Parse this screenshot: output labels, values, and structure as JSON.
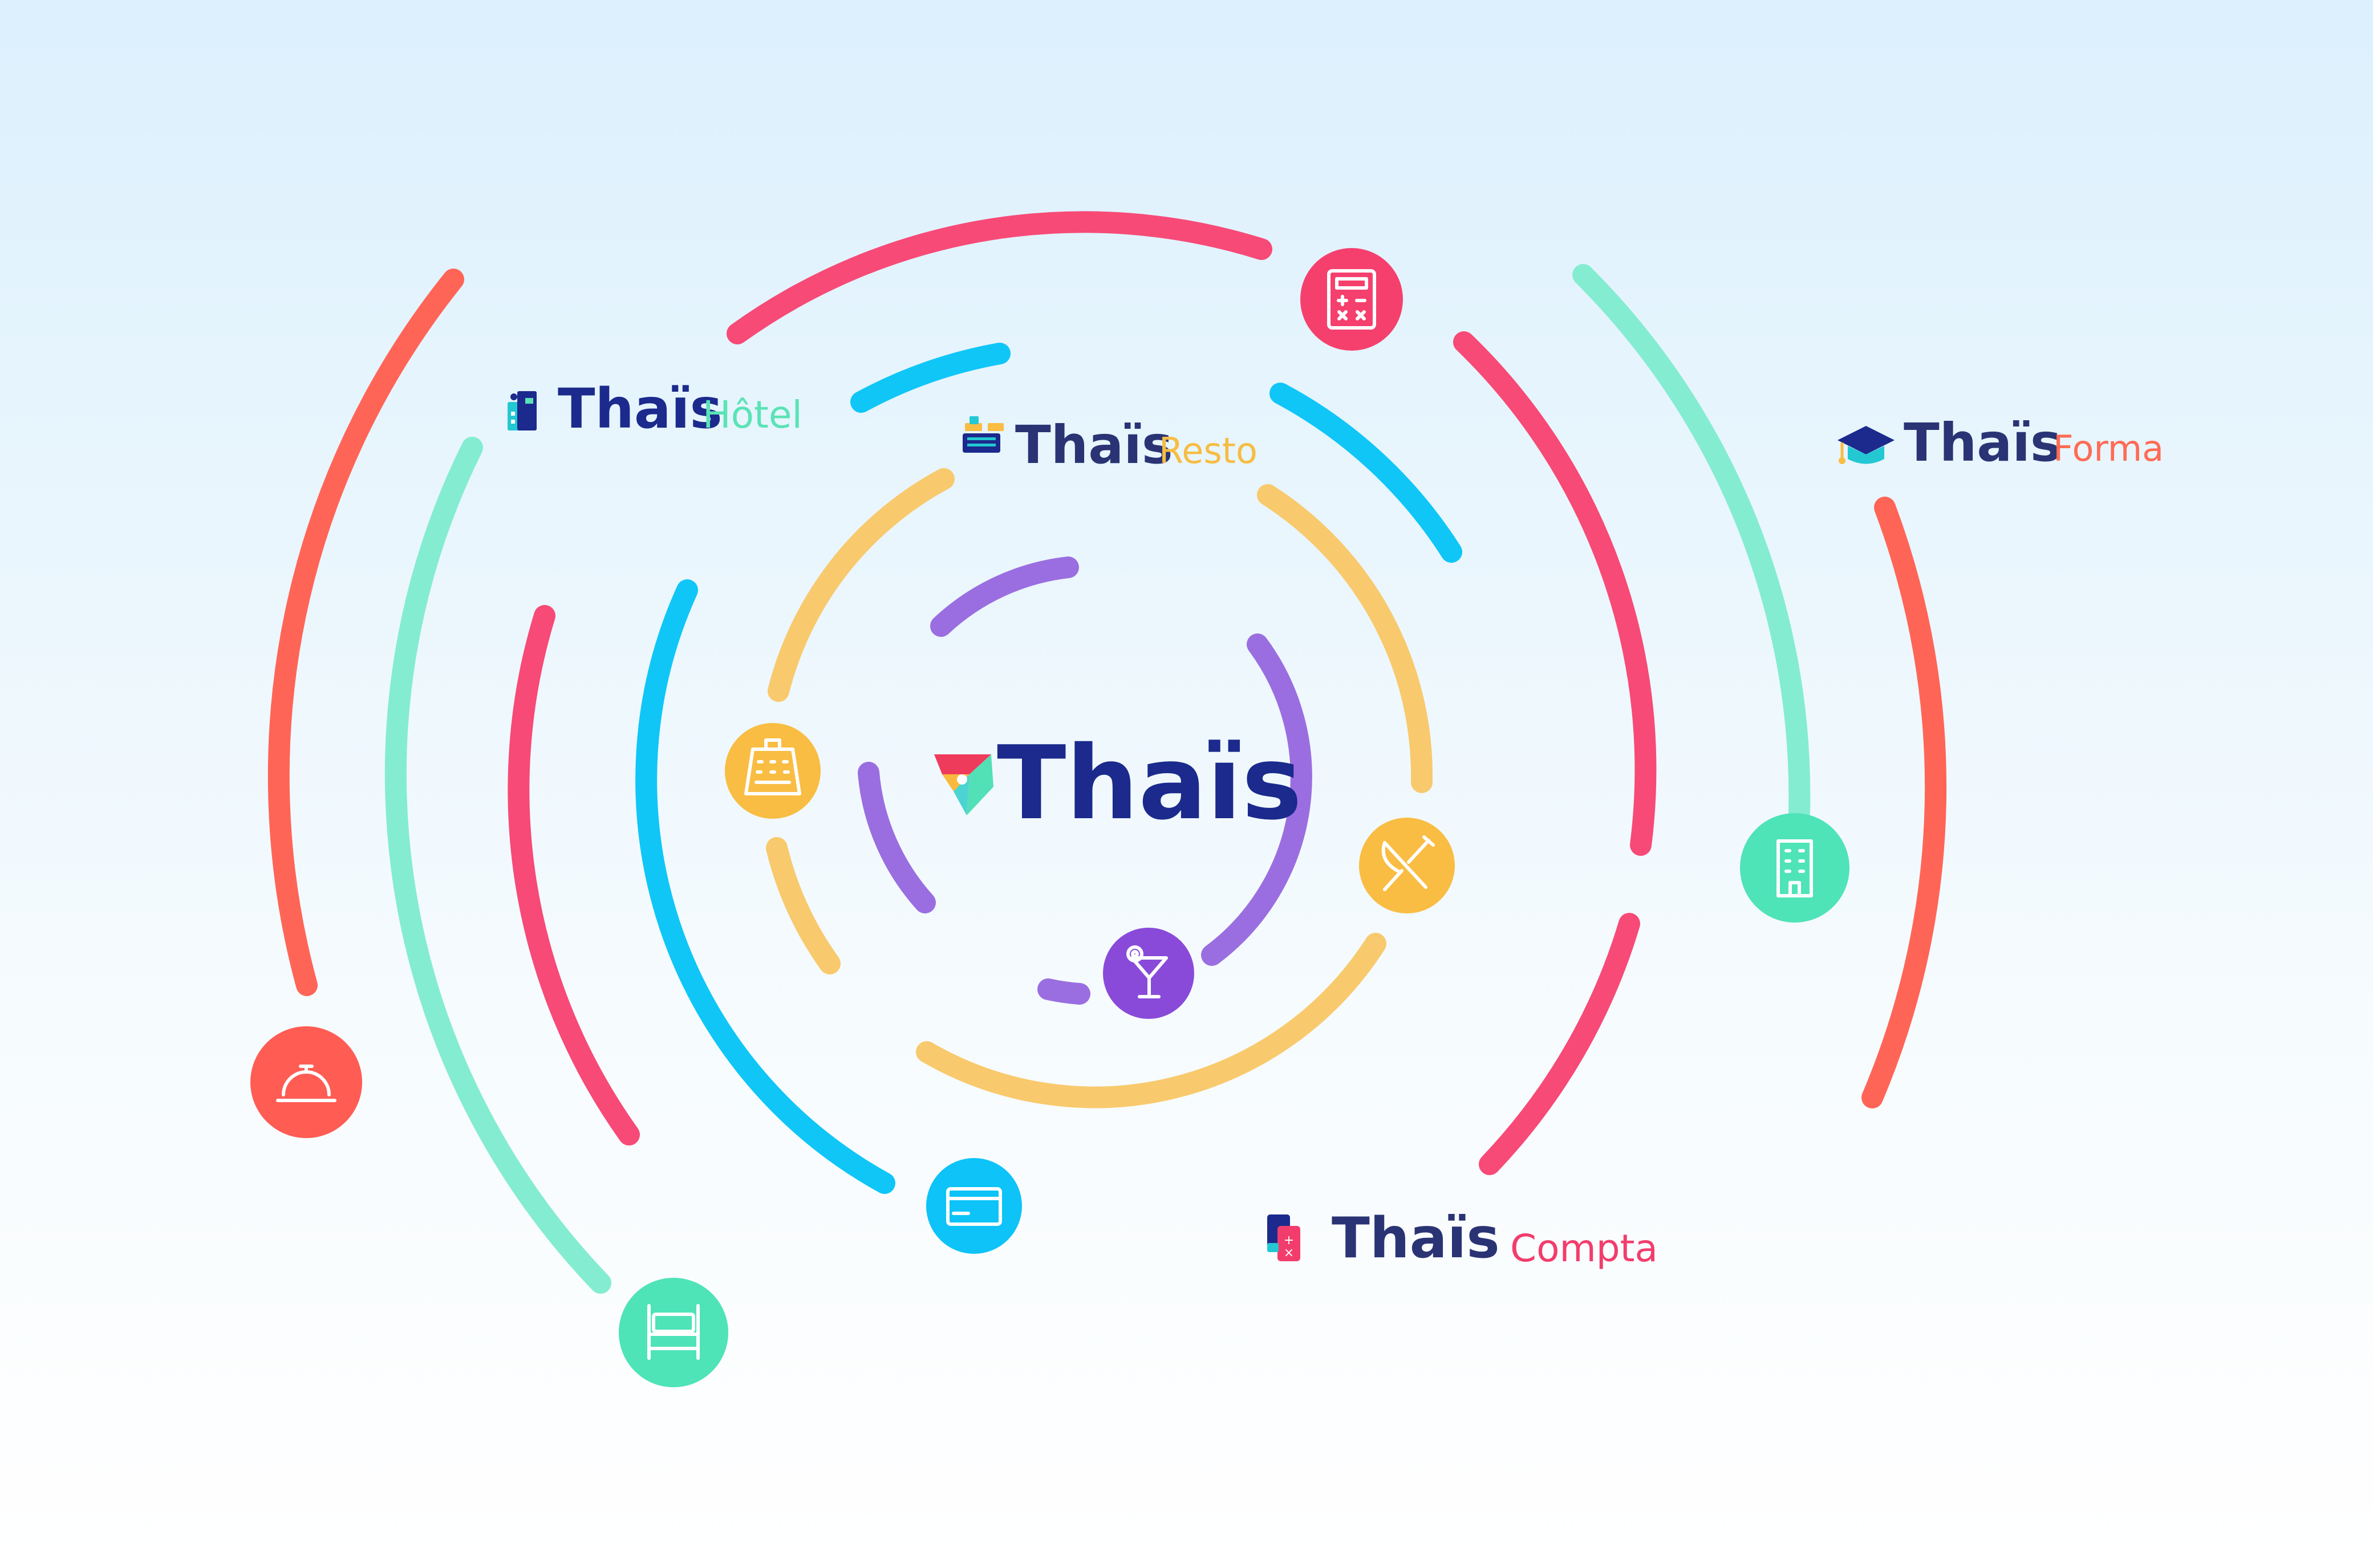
{
  "center_logo": {
    "wordmark": "Thaïs"
  },
  "products": [
    {
      "key": "hotel",
      "brand": "Thaïs",
      "product": "Hôtel",
      "color": "#5be3b6"
    },
    {
      "key": "resto",
      "brand": "Thaïs",
      "product": "Resto",
      "color": "#f6bd43"
    },
    {
      "key": "forma",
      "brand": "Thaïs",
      "product": "Forma",
      "color": "#ff6b55"
    },
    {
      "key": "compta",
      "brand": "Thaïs",
      "product": "Compta",
      "color": "#f23d6c"
    }
  ],
  "icons": [
    {
      "name": "calculator-icon",
      "color": "#f5406e"
    },
    {
      "name": "cash-register-icon",
      "color": "#f9bd43"
    },
    {
      "name": "cutlery-icon",
      "color": "#f9bd43"
    },
    {
      "name": "cocktail-icon",
      "color": "#8a4ad9"
    },
    {
      "name": "building-icon",
      "color": "#4fe3b8"
    },
    {
      "name": "reception-bell-icon",
      "color": "#ff5c54"
    },
    {
      "name": "credit-card-icon",
      "color": "#0dc3f8"
    },
    {
      "name": "bed-icon",
      "color": "#4fe3b8"
    }
  ],
  "colors": {
    "brand_navy": "#1b2a8c",
    "coral": "#ff6557",
    "pink": "#f74a77",
    "mint": "#84ecd1",
    "cyan": "#0fc6f7",
    "yellow": "#f8ca6d",
    "purple": "#9a6ee0"
  }
}
